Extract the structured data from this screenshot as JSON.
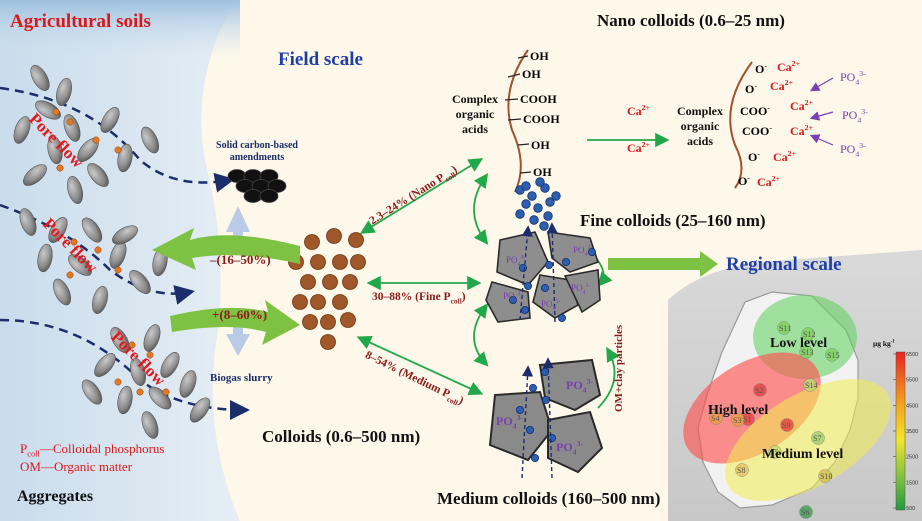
{
  "titles": {
    "agricultural_soils": "Agricultural soils",
    "field_scale": "Field scale",
    "regional_scale": "Regional scale",
    "nano_colloids": "Nano colloids (0.6–25 nm)",
    "fine_colloids": "Fine colloids (25–160 nm)",
    "medium_colloids": "Medium colloids (160–500 nm)",
    "colloids": "Colloids (0.6–500 nm)",
    "aggregates": "Aggregates"
  },
  "pore_flow_label": "Pore flow",
  "amendments": {
    "solid_carbon": "Solid carbon-based amendments",
    "biogas_slurry": "Biogas slurry",
    "decrease": "–(16–50%)",
    "increase": "+(8–60%)"
  },
  "fractions": {
    "nano": {
      "range": "2.3–24% (Nano P",
      "sub": "coll",
      "end": ")"
    },
    "fine": {
      "range": "30–88% (Fine P",
      "sub": "coll",
      "end": ")"
    },
    "medium": {
      "range": "8–54% (Medium P",
      "sub": "coll",
      "end": ")"
    }
  },
  "om_clay": "OM+clay particles",
  "legend": {
    "pcoll_symbol": "P",
    "pcoll_sub": "coll",
    "pcoll_def": "—Colloidal phosphorus",
    "om_def": "OM—Organic matter"
  },
  "acids": {
    "left_label": [
      "Complex",
      "organic",
      "acids"
    ],
    "right_label": [
      "Complex",
      "organic",
      "acids"
    ],
    "left_groups": [
      "OH",
      "OH",
      "COOH",
      "COOH",
      "OH",
      "OH"
    ],
    "right_groups": [
      "O",
      "O",
      "COO",
      "COO",
      "O",
      "O"
    ],
    "ca": "Ca",
    "ca_charge": "2+",
    "po4": "PO",
    "po4_sub": "4",
    "po4_charge": "3-",
    "minus": "-"
  },
  "map": {
    "unit": "μg kg",
    "unit_sup": "-1",
    "scale_ticks": [
      "6500",
      "5500",
      "4500",
      "3500",
      "2500",
      "1500",
      "500"
    ],
    "levels": {
      "low": "Low level",
      "high": "High level",
      "medium": "Medium level"
    },
    "sites": [
      "S1",
      "S2",
      "S3",
      "S4",
      "S5",
      "S6",
      "S7",
      "S8",
      "S9",
      "S10",
      "S11",
      "S12",
      "S13",
      "S14",
      "S15"
    ]
  },
  "colors": {
    "red_title": "#d7191c",
    "blue_title": "#1f3fa8",
    "dark_red": "#8b1a1a",
    "green_arrow": "#22a84a",
    "purple": "#7a3fb0",
    "brown": "#8b4d1f"
  }
}
